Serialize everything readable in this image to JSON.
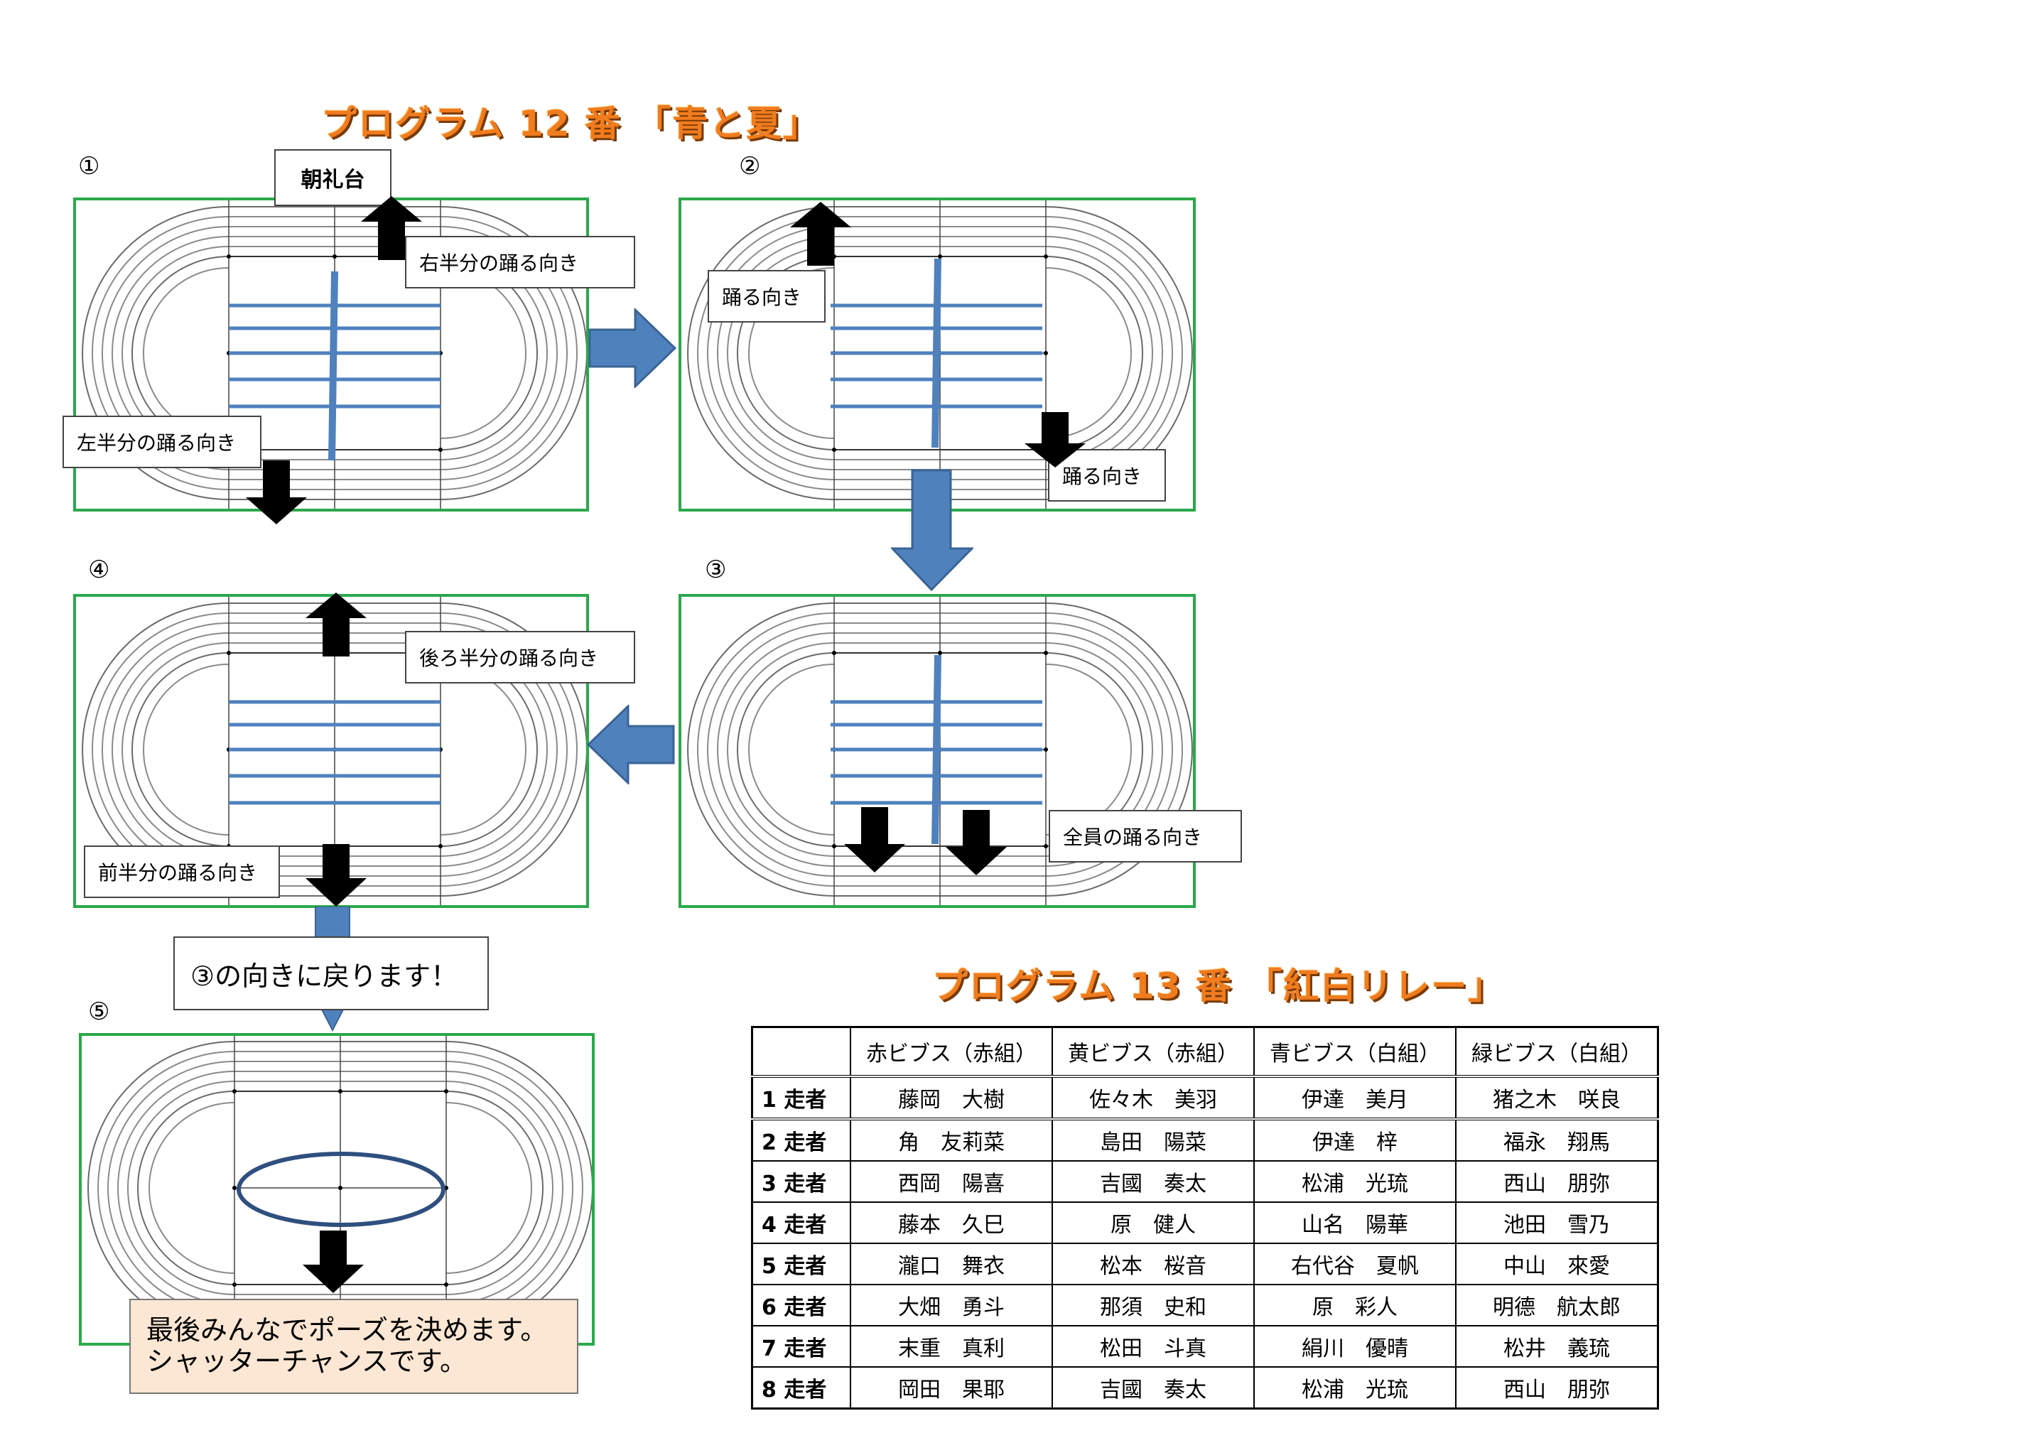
{
  "program12": {
    "title": "プログラム 12 番 「青と夏」",
    "stage_label": "朝礼台",
    "panels": [
      {
        "number": "①",
        "labels": [
          "右半分の踊る向き",
          "左半分の踊る向き"
        ]
      },
      {
        "number": "②",
        "labels": [
          "踊る向き",
          "踊る向き"
        ]
      },
      {
        "number": "③",
        "labels": [
          "全員の踊る向き"
        ]
      },
      {
        "number": "④",
        "labels": [
          "後ろ半分の踊る向き",
          "前半分の踊る向き"
        ]
      },
      {
        "number": "⑤",
        "labels": []
      }
    ],
    "return_callout": "③の向きに戻ります！",
    "final_note_line1": "最後みんなでポーズを決めます。",
    "final_note_line2": "シャッターチャンスです。",
    "colors": {
      "title": "#f07c1e",
      "lines": "#4f81bd",
      "frame": "#2ba84a",
      "arrow_blue": "#4f81bd",
      "note_bg": "#fbe7d4"
    }
  },
  "program13": {
    "title": "プログラム 13 番 「紅白リレー」",
    "headers": [
      "",
      "赤ビブス（赤組）",
      "黄ビブス（赤組）",
      "青ビブス（白組）",
      "緑ビブス（白組）"
    ],
    "rows": [
      {
        "runner": "1 走者",
        "cells": [
          "藤岡　大樹",
          "佐々木　美羽",
          "伊達　美月",
          "猪之木　咲良"
        ]
      },
      {
        "runner": "2 走者",
        "cells": [
          "角　友莉菜",
          "島田　陽菜",
          "伊達　梓",
          "福永　翔馬"
        ]
      },
      {
        "runner": "3 走者",
        "cells": [
          "西岡　陽喜",
          "吉國　奏太",
          "松浦　光琉",
          "西山　朋弥"
        ]
      },
      {
        "runner": "4 走者",
        "cells": [
          "藤本　久巳",
          "原　健人",
          "山名　陽華",
          "池田　雪乃"
        ]
      },
      {
        "runner": "5 走者",
        "cells": [
          "瀧口　舞衣",
          "松本　桜音",
          "右代谷　夏帆",
          "中山　來愛"
        ]
      },
      {
        "runner": "6 走者",
        "cells": [
          "大畑　勇斗",
          "那須　史和",
          "原　彩人",
          "明德　航太郎"
        ]
      },
      {
        "runner": "7 走者",
        "cells": [
          "末重　真利",
          "松田　斗真",
          "絹川　優晴",
          "松井　義琉"
        ]
      },
      {
        "runner": "8 走者",
        "cells": [
          "岡田　果耶",
          "吉國　奏太",
          "松浦　光琉",
          "西山　朋弥"
        ]
      }
    ]
  }
}
